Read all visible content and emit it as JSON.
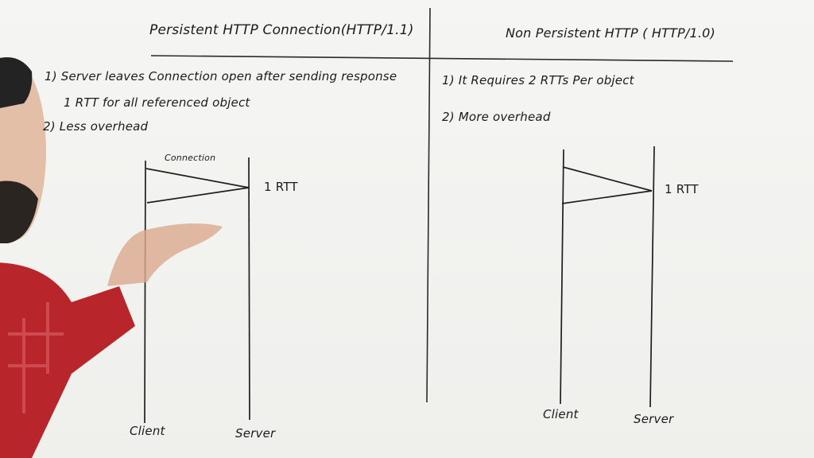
{
  "left_section": {
    "title": "Persistent HTTP Connection(HTTP/1.1)",
    "point_1_line_1": "1) Server leaves Connection open after sending response",
    "point_1_line_2": "1 RTT for all referenced object",
    "point_2": "2) Less overhead",
    "diagram": {
      "arrow_label": "Connection",
      "rtt_label": "1 RTT",
      "client_label": "Client",
      "server_label": "Server"
    }
  },
  "right_section": {
    "title": "Non Persistent HTTP ( HTTP/1.0)",
    "point_1": "1) It Requires 2 RTTs Per object",
    "point_2": "2) More overhead",
    "diagram": {
      "rtt_label": "1 RTT",
      "client_label": "Client",
      "server_label": "Server"
    }
  },
  "colors": {
    "ink": "#1b1b1b",
    "board": "#f3f3f1",
    "shirt": "#b8262c"
  }
}
